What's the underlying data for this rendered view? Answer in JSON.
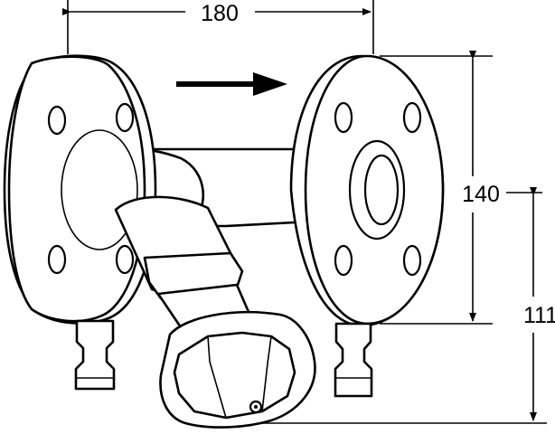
{
  "dimensions": {
    "length_label": "180",
    "height_label": "140",
    "axis_height_label": "111"
  },
  "flow_direction": "left-to-right",
  "colors": {
    "line": "#000000",
    "background": "#ffffff"
  }
}
